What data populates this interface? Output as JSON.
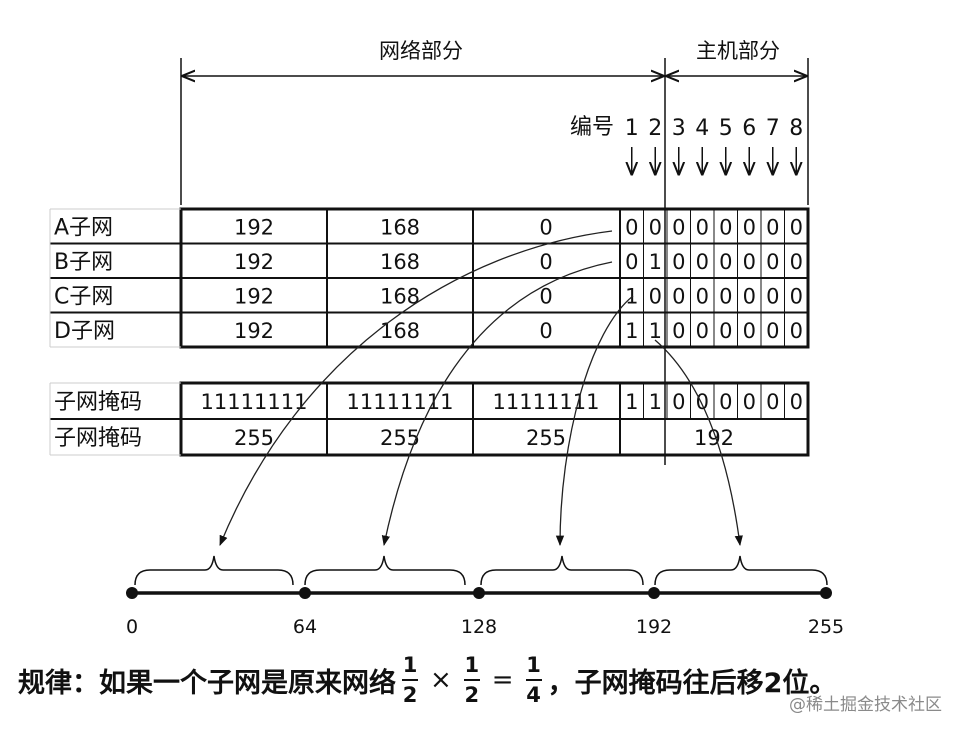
{
  "header": {
    "network_part": "网络部分",
    "host_part": "主机部分",
    "number_label": "编号"
  },
  "bit_numbers": [
    "1",
    "2",
    "3",
    "4",
    "5",
    "6",
    "7",
    "8"
  ],
  "subnets": [
    {
      "name": "A子网",
      "o1": "192",
      "o2": "168",
      "o3": "0",
      "bits": [
        "0",
        "0",
        "0",
        "0",
        "0",
        "0",
        "0",
        "0"
      ]
    },
    {
      "name": "B子网",
      "o1": "192",
      "o2": "168",
      "o3": "0",
      "bits": [
        "0",
        "1",
        "0",
        "0",
        "0",
        "0",
        "0",
        "0"
      ]
    },
    {
      "name": "C子网",
      "o1": "192",
      "o2": "168",
      "o3": "0",
      "bits": [
        "1",
        "0",
        "0",
        "0",
        "0",
        "0",
        "0",
        "0"
      ]
    },
    {
      "name": "D子网",
      "o1": "192",
      "o2": "168",
      "o3": "0",
      "bits": [
        "1",
        "1",
        "0",
        "0",
        "0",
        "0",
        "0",
        "0"
      ]
    }
  ],
  "mask_binary": {
    "name": "子网掩码",
    "o1": "11111111",
    "o2": "11111111",
    "o3": "11111111",
    "bits": [
      "1",
      "1",
      "0",
      "0",
      "0",
      "0",
      "0",
      "0"
    ]
  },
  "mask_decimal": {
    "name": "子网掩码",
    "o1": "255",
    "o2": "255",
    "o3": "255",
    "o4": "192"
  },
  "number_line": {
    "ticks": [
      "0",
      "64",
      "128",
      "192",
      "255"
    ]
  },
  "rule": {
    "prefix": "规律：如果一个子网是原来网络",
    "frac1_num": "1",
    "frac1_den": "2",
    "times": "×",
    "frac2_num": "1",
    "frac2_den": "2",
    "equals": "=",
    "frac3_num": "1",
    "frac3_den": "4",
    "suffix": "，子网掩码往后移2位。"
  },
  "watermark": "@稀土掘金技术社区"
}
